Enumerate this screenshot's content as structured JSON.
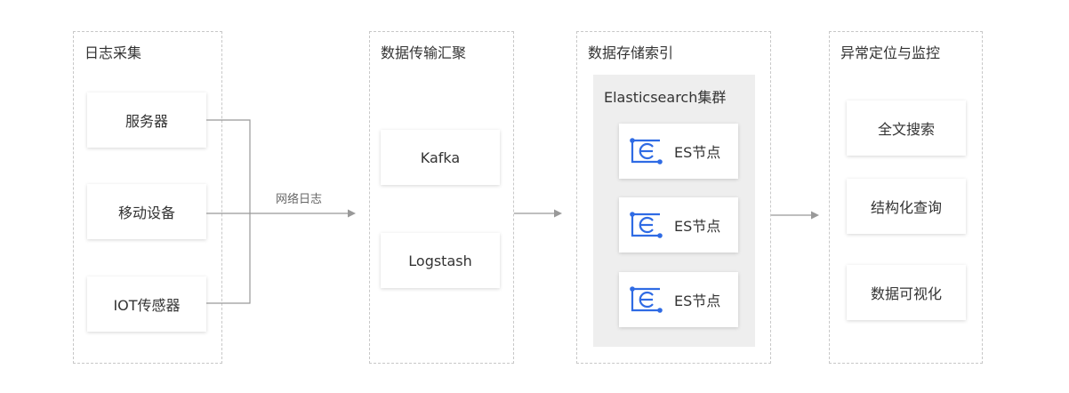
{
  "diagram": {
    "stages": {
      "collection": {
        "title": "日志采集",
        "sources": [
          "服务器",
          "移动设备",
          "IOT传感器"
        ]
      },
      "transport": {
        "title": "数据传输汇聚",
        "items": [
          "Kafka",
          "Logstash"
        ]
      },
      "storage": {
        "title": "数据存储索引",
        "cluster": {
          "title": "Elasticsearch集群",
          "nodes": [
            "ES节点",
            "ES节点",
            "ES节点"
          ]
        }
      },
      "monitoring": {
        "title": "异常定位与监控",
        "items": [
          "全文搜索",
          "结构化查询",
          "数据可视化"
        ]
      }
    },
    "edge_label": "网络日志",
    "colors": {
      "dashed_border": "#c8c8c8",
      "connector": "#999999",
      "cluster_bg": "#eeeeee",
      "es_icon": "#2f6be4",
      "text": "#333333"
    },
    "icons": {
      "es_node": "elasticsearch-node-icon"
    }
  }
}
